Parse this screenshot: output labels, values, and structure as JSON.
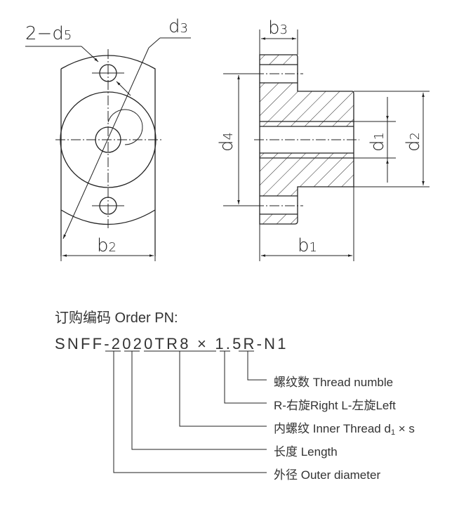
{
  "drawing": {
    "front_view": {
      "labels": {
        "d5": {
          "prefix": "2−d",
          "sub": "5"
        },
        "d3": {
          "main": "d",
          "sub": "3"
        },
        "b2": {
          "main": "b",
          "sub": "2"
        }
      }
    },
    "side_view": {
      "labels": {
        "b3": {
          "main": "b",
          "sub": "3"
        },
        "d4": {
          "main": "d",
          "sub": "4"
        },
        "d1": {
          "main": "d",
          "sub": "1"
        },
        "d2": {
          "main": "d",
          "sub": "2"
        },
        "b1": {
          "main": "b",
          "sub": "1"
        }
      }
    }
  },
  "order": {
    "title": "订购编码 Order PN:",
    "code_parts": {
      "prefix": "SNFF-",
      "outer_diameter": "20",
      "length": "20",
      "inner_thread": "TR8 × 1.5",
      "direction": "R",
      "dash": "-",
      "thread_number": "N1"
    },
    "legend": {
      "thread_number": "螺纹数 Thread numble",
      "direction": "R-右旋Right  L-左旋Left",
      "inner_thread": {
        "text": "内螺纹 Inner Thread d",
        "sub": "1",
        "suffix": " × s"
      },
      "length": "长度 Length",
      "outer_diameter": "外径 Outer diameter"
    }
  }
}
